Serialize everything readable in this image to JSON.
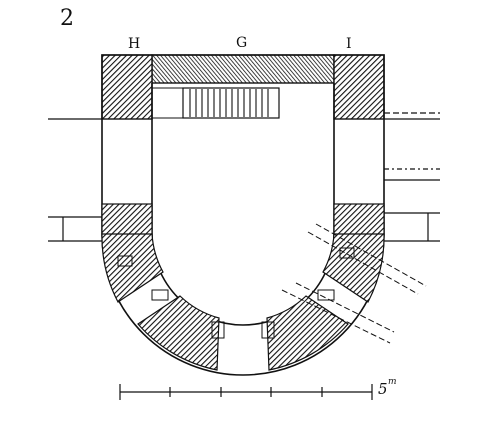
{
  "figure": {
    "number": "2",
    "labels": {
      "left": "H",
      "center": "G",
      "right": "I"
    },
    "scale": {
      "value": "5",
      "unit": "m"
    },
    "colors": {
      "ink": "#111111",
      "paper": "#ffffff"
    }
  }
}
